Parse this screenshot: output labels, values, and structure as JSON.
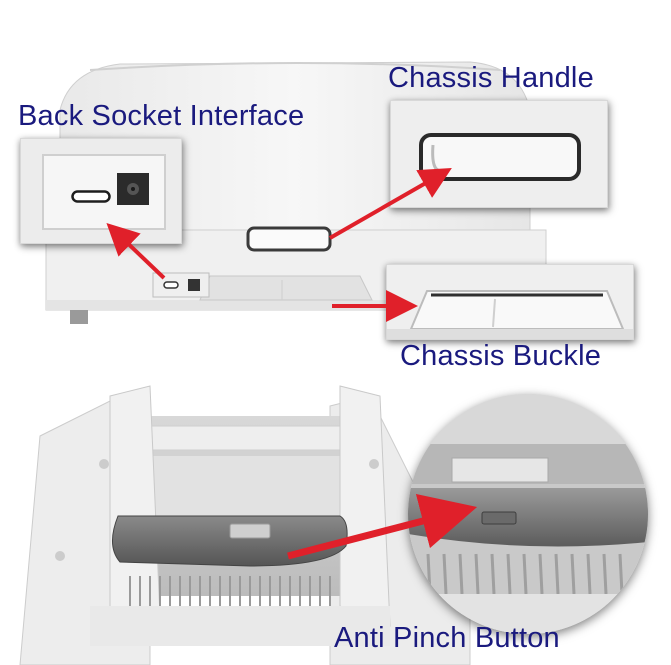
{
  "labels": {
    "back_socket": "Back Socket Interface",
    "chassis_handle": "Chassis Handle",
    "chassis_buckle": "Chassis Buckle",
    "anti_pinch": "Anti Pinch Button"
  },
  "colors": {
    "label_text": "#1a1a7e",
    "arrow": "#e0202a",
    "device_body": "#f2f2f2",
    "button_gray": "#6f6f6f"
  },
  "icons": {
    "socket_port": "usb-c-port-icon",
    "power_jack": "dc-jack-icon"
  }
}
